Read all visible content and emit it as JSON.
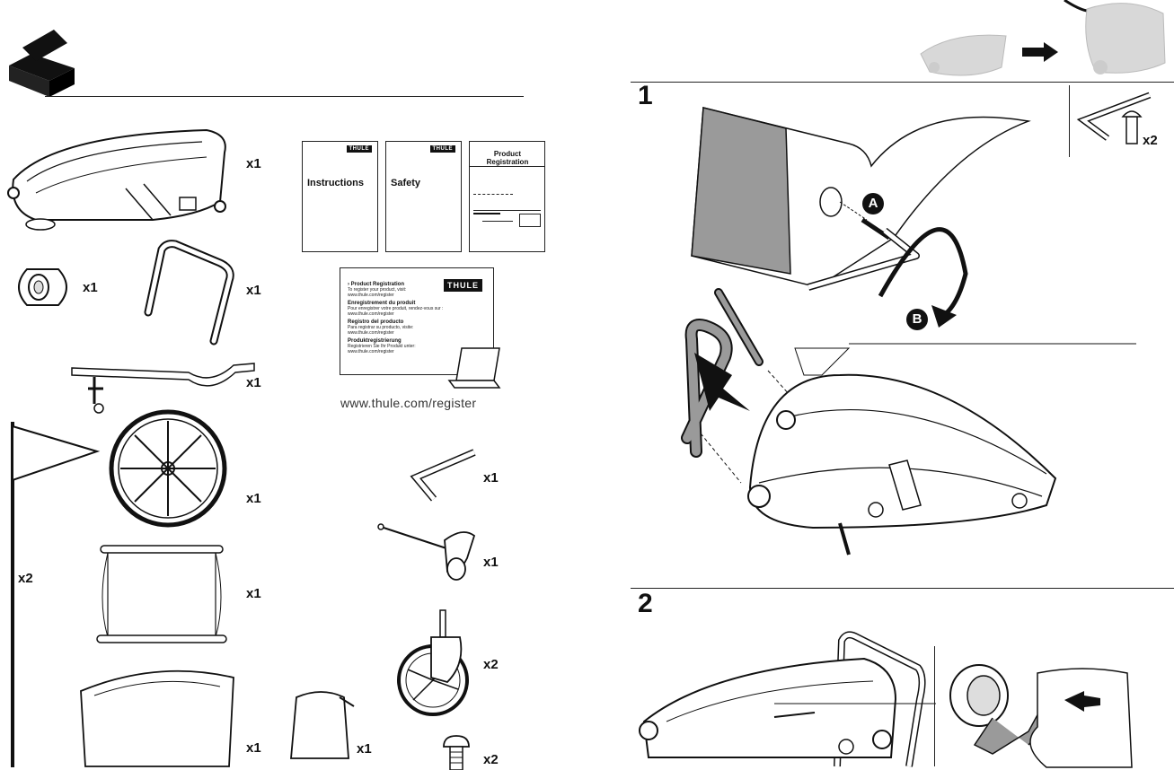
{
  "left_page": {
    "parts": [
      {
        "qty": "x1"
      },
      {
        "qty": "x1"
      },
      {
        "qty": "x1"
      },
      {
        "qty": "x1"
      },
      {
        "qty": "x2"
      },
      {
        "qty": "x1"
      },
      {
        "qty": "x1"
      },
      {
        "qty": "x1"
      },
      {
        "qty": "x1"
      },
      {
        "qty": "x1"
      },
      {
        "qty": "x1"
      },
      {
        "qty": "x2"
      },
      {
        "qty": "x2"
      }
    ],
    "documents": {
      "instructions": "Instructions",
      "safety": "Safety",
      "product_registration": "Product Registration",
      "brand_tag": "THULE"
    },
    "registration_card": {
      "brand": "THULE",
      "sections": [
        {
          "heading": "› Product Registration",
          "line": "To register your product, visit: www.thule.com/register"
        },
        {
          "heading": "Enregistrement du produit",
          "line": "Pour enregistrer votre produit, rendez-vous sur : www.thule.com/register"
        },
        {
          "heading": "Registro del producto",
          "line": "Para registrar su producto, visite: www.thule.com/register"
        },
        {
          "heading": "Produktregistrierung",
          "line": "Registrieren Sie Ihr Produkt unter: www.thule.com/register"
        }
      ]
    },
    "register_url": "www.thule.com/register"
  },
  "right_page": {
    "steps": [
      {
        "number": "1",
        "callout_a": "A",
        "callout_b": "B",
        "hardware_qty": "x2"
      },
      {
        "number": "2"
      }
    ]
  },
  "colors": {
    "ink": "#111111",
    "gray": "#9a9a9a",
    "light_gray": "#d8d8d8"
  }
}
